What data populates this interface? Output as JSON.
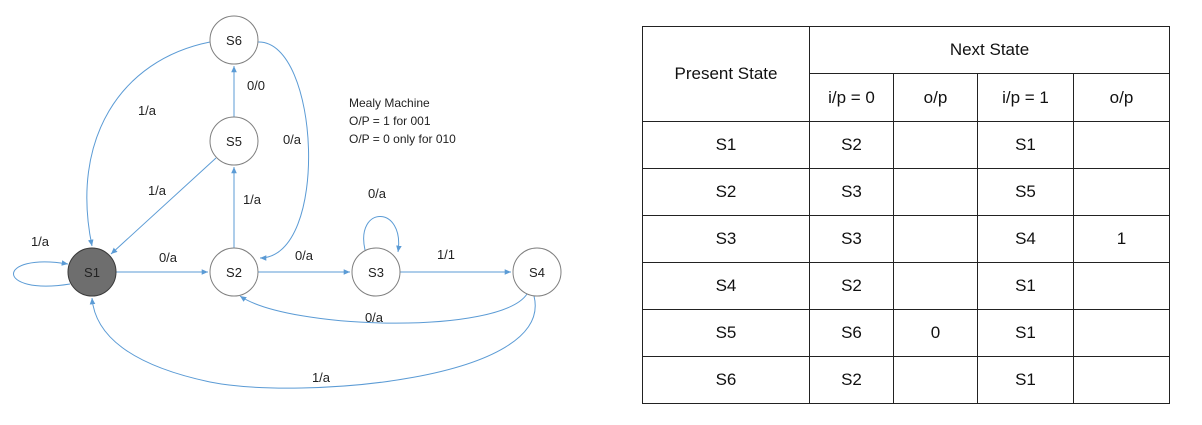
{
  "diagram": {
    "states": [
      {
        "id": "S1",
        "label": "S1",
        "initial": true
      },
      {
        "id": "S2",
        "label": "S2"
      },
      {
        "id": "S3",
        "label": "S3"
      },
      {
        "id": "S4",
        "label": "S4"
      },
      {
        "id": "S5",
        "label": "S5"
      },
      {
        "id": "S6",
        "label": "S6"
      }
    ],
    "transitions": [
      {
        "from": "S1",
        "to": "S1",
        "label": "1/a"
      },
      {
        "from": "S1",
        "to": "S2",
        "label": "0/a"
      },
      {
        "from": "S2",
        "to": "S3",
        "label": "0/a"
      },
      {
        "from": "S3",
        "to": "S3",
        "label": "0/a"
      },
      {
        "from": "S3",
        "to": "S4",
        "label": "1/1"
      },
      {
        "from": "S4",
        "to": "S2",
        "label": "0/a"
      },
      {
        "from": "S4",
        "to": "S1",
        "label": "1/a"
      },
      {
        "from": "S2",
        "to": "S5",
        "label": "1/a"
      },
      {
        "from": "S5",
        "to": "S1",
        "label": "1/a"
      },
      {
        "from": "S5",
        "to": "S6",
        "label": "0/0"
      },
      {
        "from": "S6",
        "to": "S1",
        "label": "1/a"
      },
      {
        "from": "S6",
        "to": "S2",
        "label": "0/a"
      }
    ],
    "note": [
      "Mealy Machine",
      "O/P = 1 for 001",
      "O/P = 0 only for 010"
    ],
    "colors": {
      "edge": "#5b9bd5",
      "state_border": "#7f7f7f",
      "initial_fill": "#6e6e6e"
    }
  },
  "table": {
    "present_state_header": "Present State",
    "next_state_header": "Next State",
    "sub_headers": [
      "i/p = 0",
      "o/p",
      "i/p = 1",
      "o/p"
    ],
    "rows": [
      [
        "S1",
        "S2",
        "",
        "S1",
        ""
      ],
      [
        "S2",
        "S3",
        "",
        "S5",
        ""
      ],
      [
        "S3",
        "S3",
        "",
        "S4",
        "1"
      ],
      [
        "S4",
        "S2",
        "",
        "S1",
        ""
      ],
      [
        "S5",
        "S6",
        "0",
        "S1",
        ""
      ],
      [
        "S6",
        "S2",
        "",
        "S1",
        ""
      ]
    ]
  }
}
